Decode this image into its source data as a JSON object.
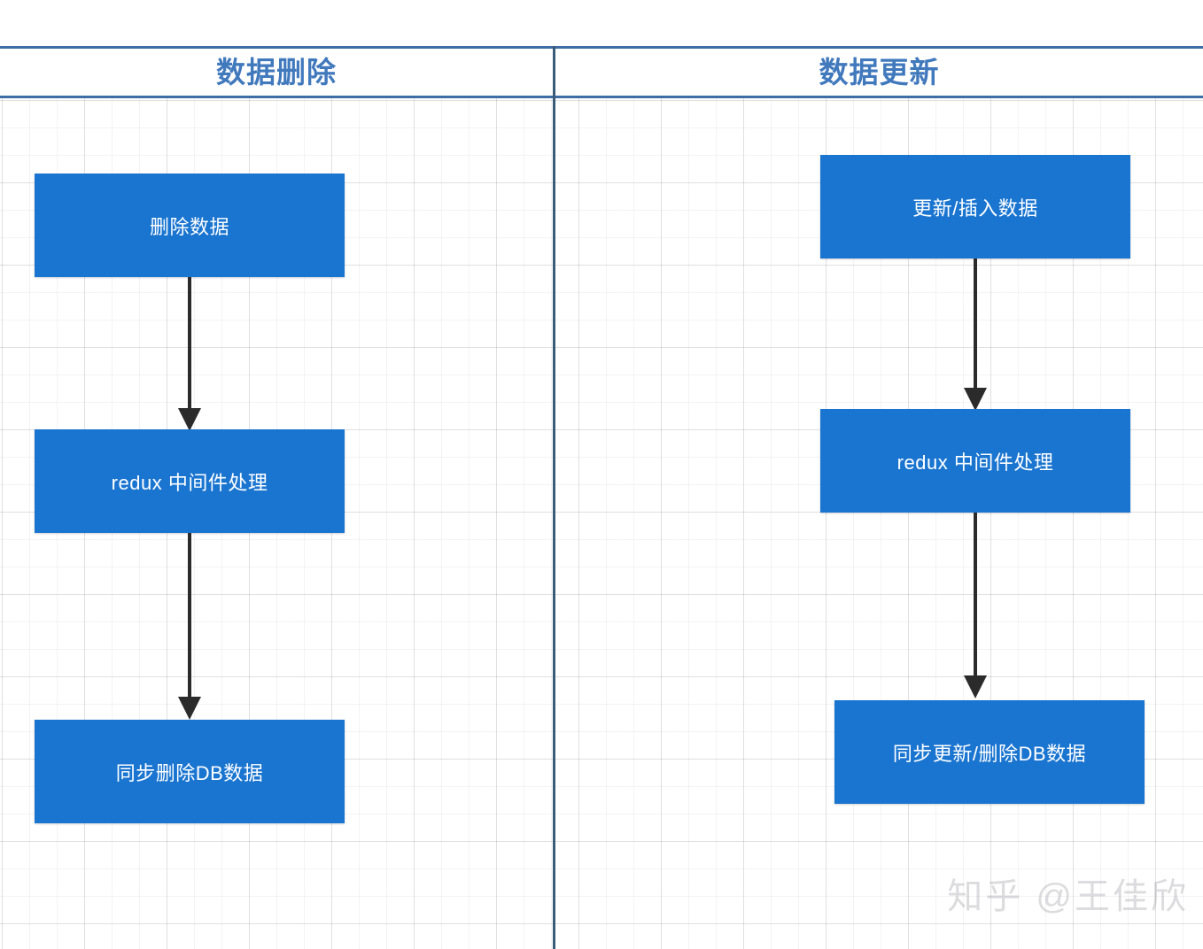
{
  "diagram": {
    "columns": [
      {
        "title": "数据删除",
        "nodes": [
          {
            "label": "删除数据"
          },
          {
            "label": "redux 中间件处理"
          },
          {
            "label": "同步删除DB数据"
          }
        ]
      },
      {
        "title": "数据更新",
        "nodes": [
          {
            "label": "更新/插入数据"
          },
          {
            "label": "redux 中间件处理"
          },
          {
            "label": "同步更新/删除DB数据"
          }
        ]
      }
    ]
  },
  "watermark": {
    "text": "知乎 @王佳欣"
  },
  "colors": {
    "node_fill": "#1a75d1",
    "node_text": "#ffffff",
    "title_text": "#4179bd",
    "rule": "#3f6ea6",
    "divider": "#3b5c78",
    "arrow": "#2b2b2b",
    "grid": "#e9e9ec",
    "background": "#ffffff"
  }
}
